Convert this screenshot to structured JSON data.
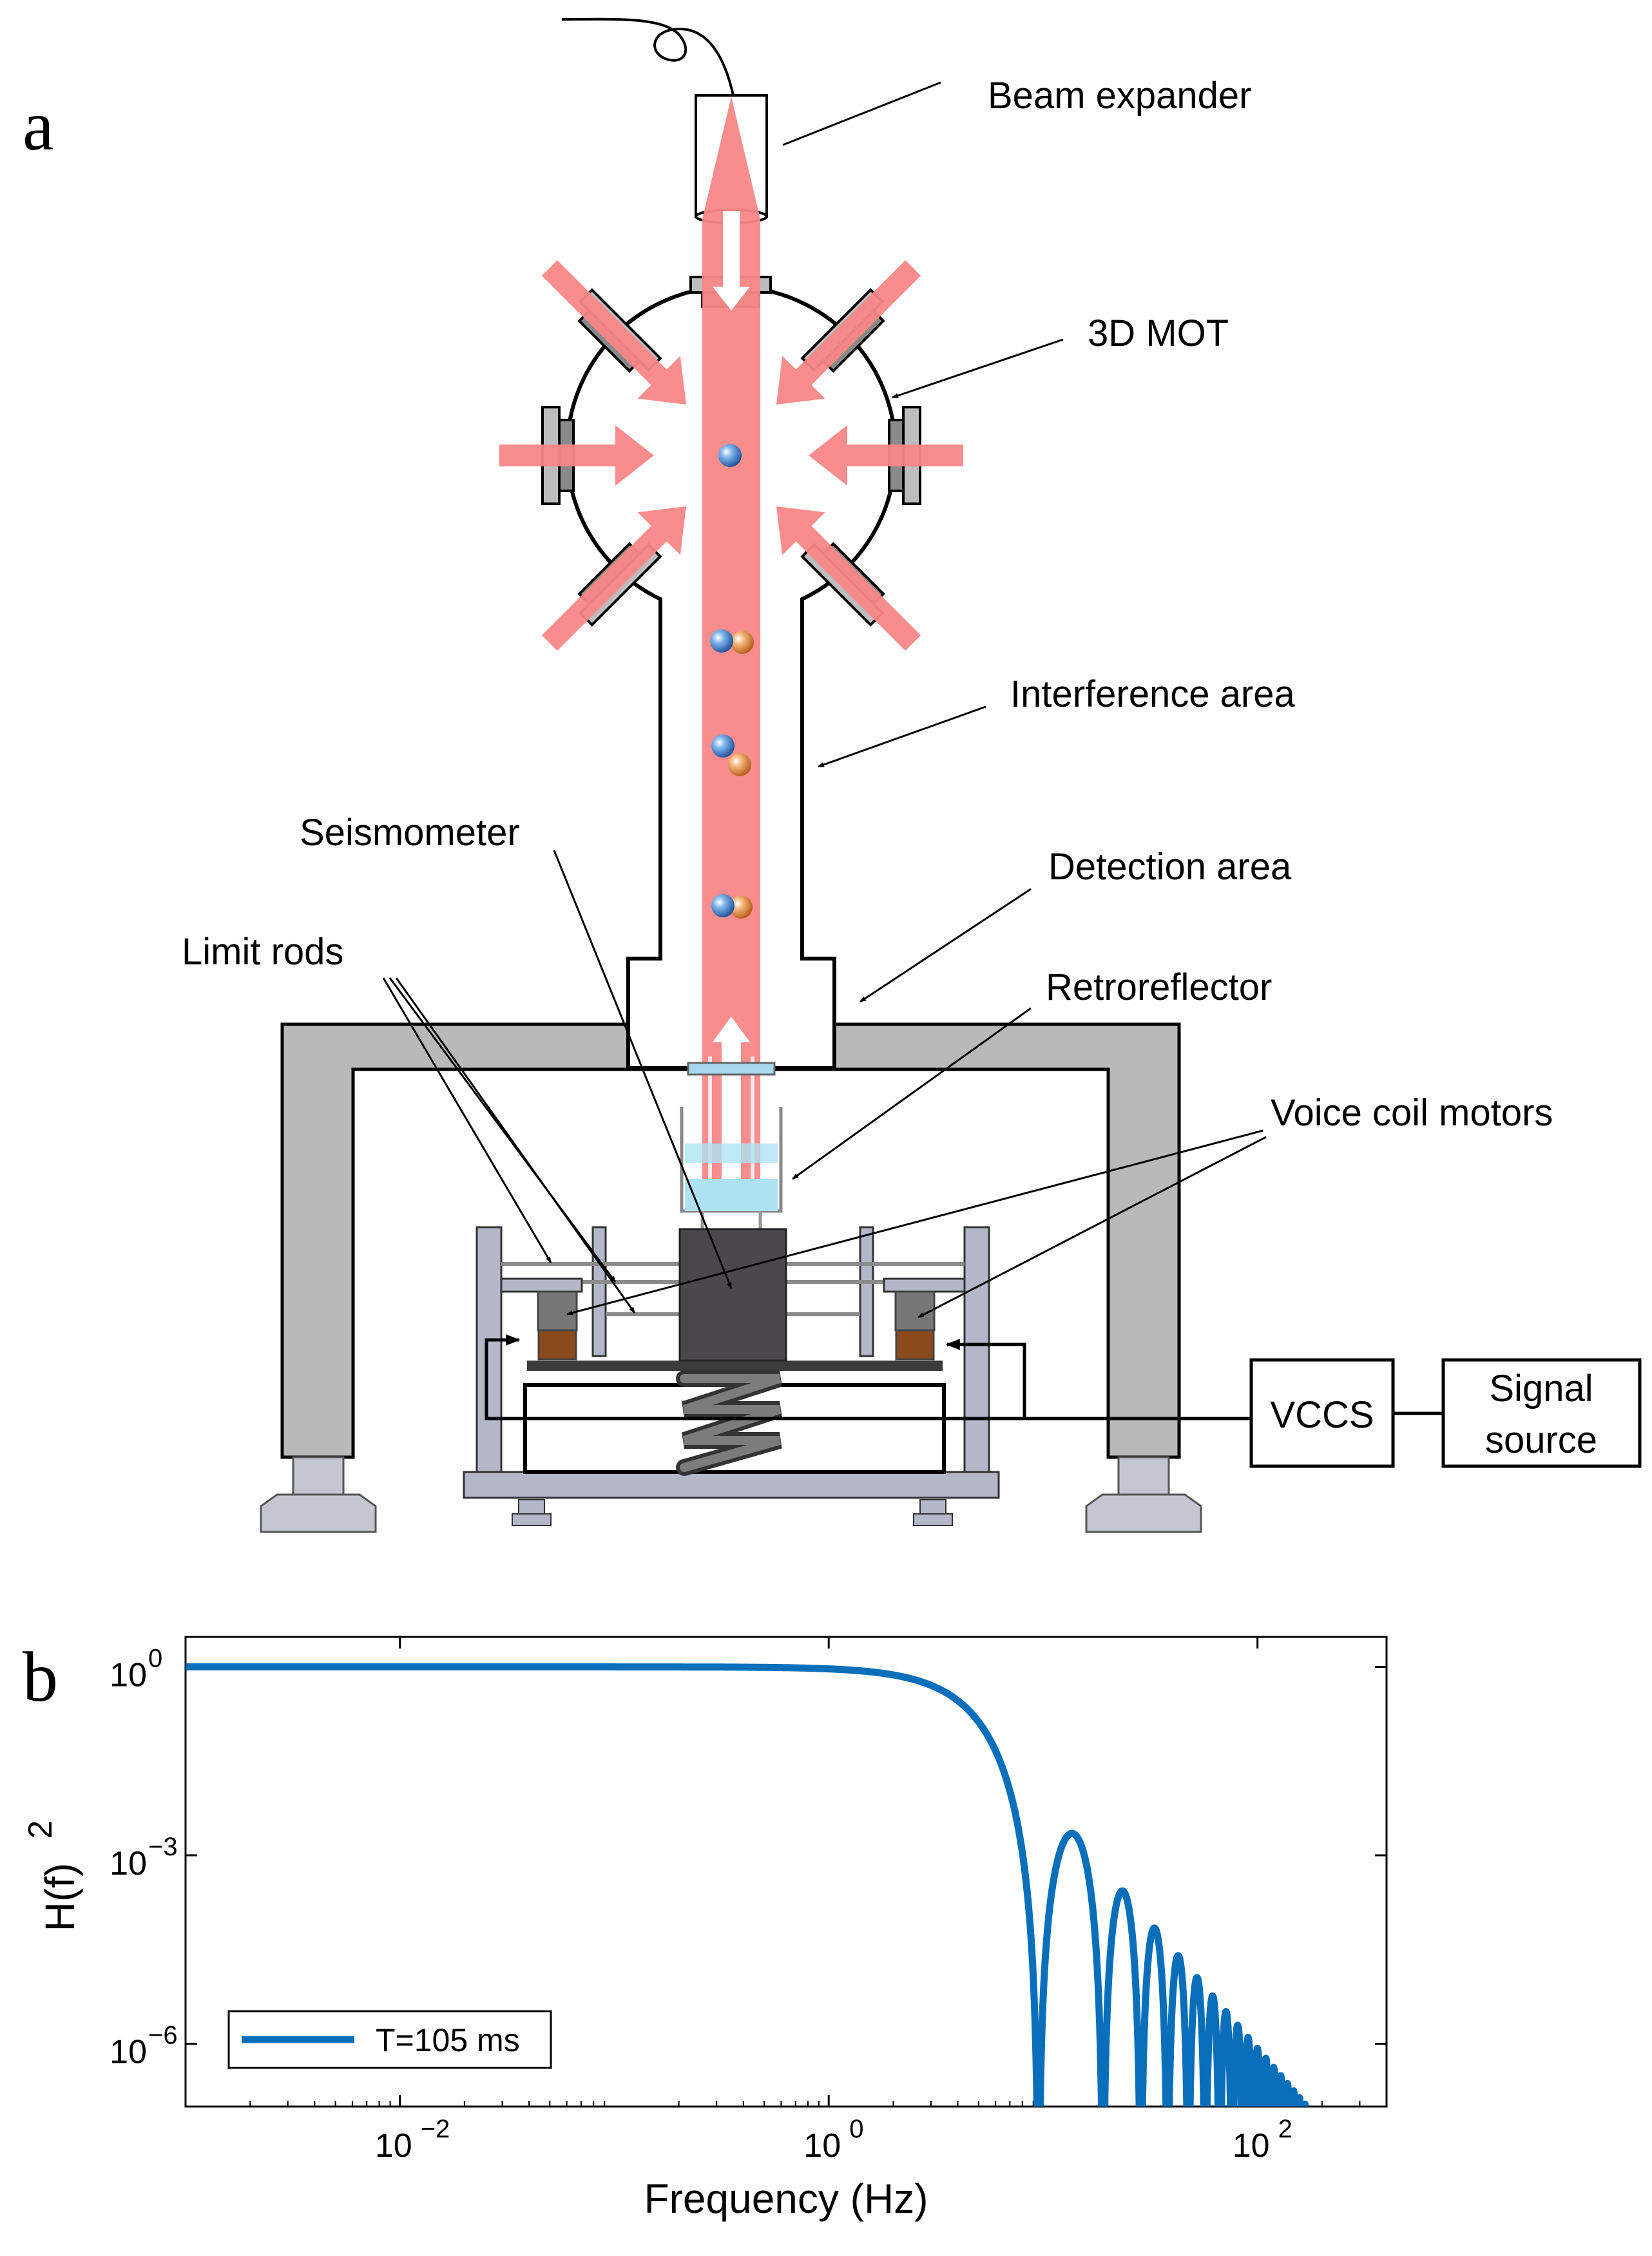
{
  "figure": {
    "panel_a_letter": "a",
    "panel_b_letter": "b"
  },
  "diagram": {
    "labels": {
      "beam_expander": "Beam expander",
      "mot": "3D MOT",
      "interference": "Interference area",
      "seismometer": "Seismometer",
      "detection": "Detection area",
      "limit_rods": "Limit rods",
      "retroreflector": "Retroreflector",
      "voice_coil": "Voice coil motors",
      "vccs": "VCCS",
      "signal_source_1": "Signal",
      "signal_source_2": "source"
    },
    "colors": {
      "laser": "#f98787",
      "steel": "#b9b9b9",
      "stage": "#b3b7c8",
      "seismometer": "#4b474c",
      "magnet": "#8a4a1c",
      "glass": "#aee2f2",
      "atom_blue": "#4a8fd9",
      "atom_orange": "#f0994a"
    }
  },
  "chart_data": {
    "type": "line",
    "xlabel": "Frequency (Hz)",
    "ylabel": "H(f)",
    "ylabel_sup": "2",
    "xscale": "log",
    "yscale": "log",
    "xlim": [
      0.001,
      400
    ],
    "ylim": [
      1e-07,
      3
    ],
    "xticks": [
      {
        "value": 0.01,
        "base": "10",
        "exp": "−2"
      },
      {
        "value": 1,
        "base": "10",
        "exp": "0"
      },
      {
        "value": 100,
        "base": "10",
        "exp": "2"
      }
    ],
    "yticks": [
      {
        "value": 1,
        "base": "10",
        "exp": "0"
      },
      {
        "value": 0.001,
        "base": "10",
        "exp": "−3"
      },
      {
        "value": 1e-06,
        "base": "10",
        "exp": "−6"
      }
    ],
    "legend_position": "bottom-left",
    "series": [
      {
        "name": "T=105 ms",
        "color": "#0a6fba",
        "function": "sinc^4(pi*f*T)",
        "T_s": 0.105,
        "nulls_hz": [
          9.52,
          19.05,
          28.57,
          38.1,
          47.62,
          57.14,
          66.67,
          76.19,
          85.71,
          95.24
        ],
        "peaks": [
          {
            "x": 14.3,
            "y": 0.0033
          },
          {
            "x": 23.8,
            "y": 0.00041
          },
          {
            "x": 33.3,
            "y": 0.000106
          }
        ]
      }
    ]
  }
}
